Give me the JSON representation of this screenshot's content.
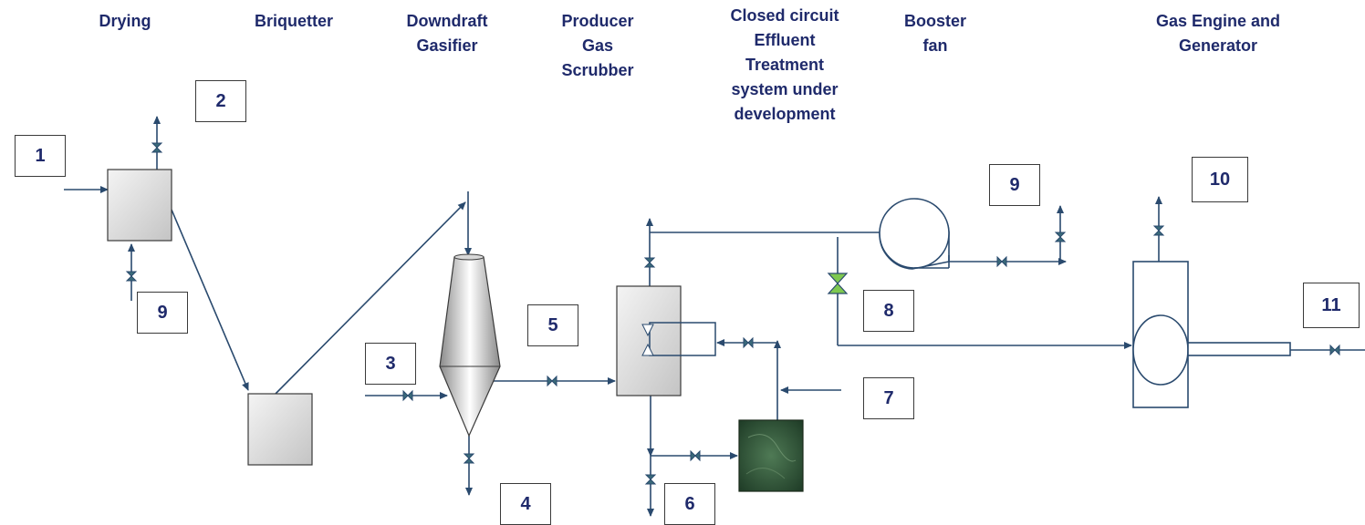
{
  "titles": {
    "drying": [
      "Drying"
    ],
    "briquetter": [
      "Briquetter"
    ],
    "gasifier": [
      "Downdraft",
      "Gasifier"
    ],
    "scrubber": [
      "Producer",
      "Gas",
      "Scrubber"
    ],
    "effluent": [
      "Closed circuit",
      "Effluent",
      "Treatment",
      "system under",
      "development"
    ],
    "booster": [
      "Booster",
      "fan"
    ],
    "engine": [
      "Gas Engine and",
      "Generator"
    ]
  },
  "labels": {
    "n1": "1",
    "n2": "2",
    "n3": "3",
    "n4": "4",
    "n5": "5",
    "n6": "6",
    "n7": "7",
    "n8": "8",
    "n9a": "9",
    "n9b": "9",
    "n10": "10",
    "n11": "11"
  },
  "colors": {
    "title_text": "#1f2a6b",
    "line": "#2a4a6e",
    "valve": "#2a6a7a",
    "valve_highlight": "#7ec850",
    "tank_fill": "#d0d0d0",
    "effluent_fill": "#2f5a3a"
  }
}
